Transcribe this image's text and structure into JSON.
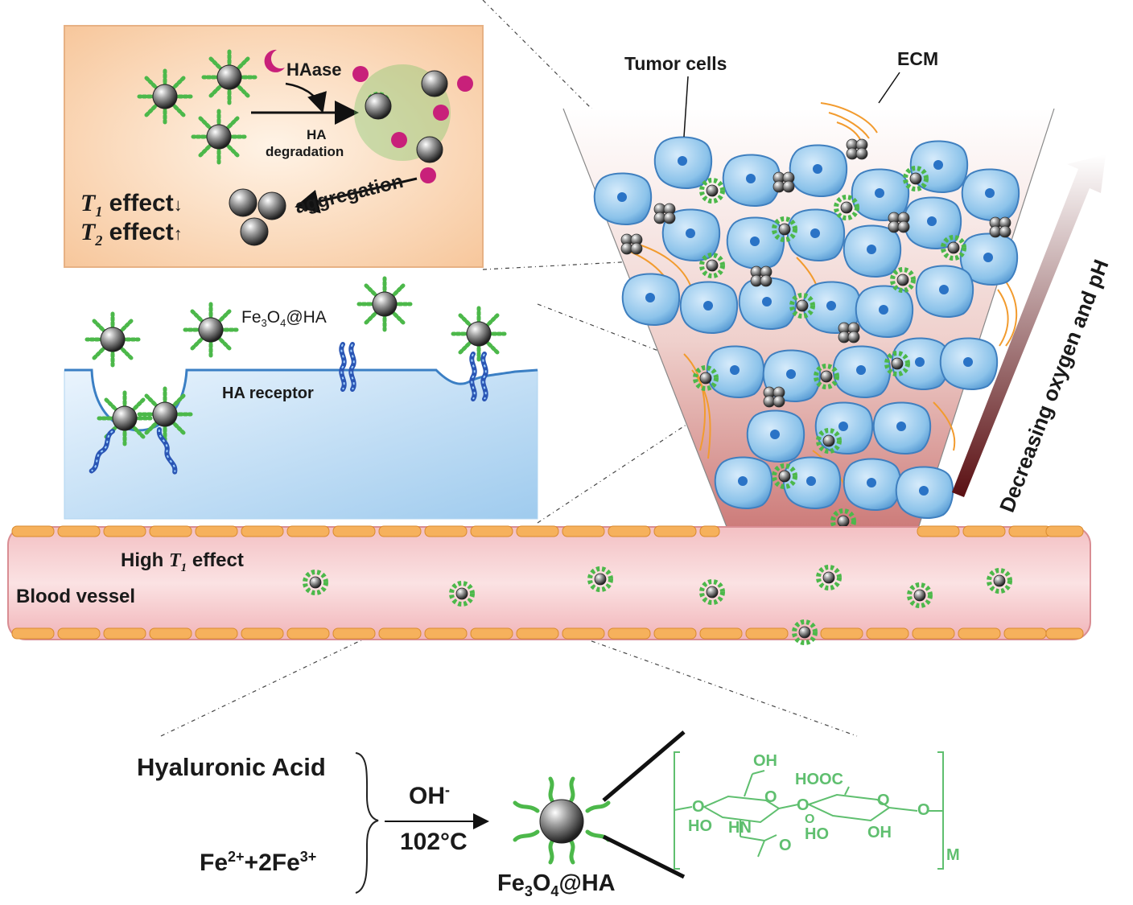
{
  "inset": {
    "enzyme": "HAase",
    "degradation_line1": "HA",
    "degradation_line2": "degradation",
    "aggregation": "aggregation",
    "t1_sym": "T",
    "t1_sub": "1",
    "t1_text": "effect",
    "t1_arrow": "↓",
    "t2_sym": "T",
    "t2_sub": "2",
    "t2_text": "effect",
    "t2_arrow": "↑"
  },
  "cell_panel": {
    "particle_label_pre": "Fe",
    "particle_label_sub1": "3",
    "particle_label_mid": "O",
    "particle_label_sub2": "4",
    "particle_label_post": "@HA",
    "receptor_label": "HA receptor"
  },
  "tumor": {
    "cells_label": "Tumor cells",
    "ecm_label": "ECM",
    "gradient_label": "Decreasing oxygen and pH"
  },
  "vessel": {
    "t1_pre": "High ",
    "t1_sym": "T",
    "t1_sub": "1",
    "t1_post": " effect",
    "vessel_label": "Blood vessel"
  },
  "synthesis": {
    "reactant1": "Hyaluronic Acid",
    "reactant2_a": "Fe",
    "reactant2_sup1": "2+",
    "reactant2_b": "+2Fe",
    "reactant2_sup2": "3+",
    "condition1": "OH",
    "condition1_sup": "-",
    "condition2": "102°C",
    "product_pre": "Fe",
    "product_sub1": "3",
    "product_mid": "O",
    "product_sub2": "4",
    "product_post": "@HA",
    "chem_oh_top": "OH",
    "chem_hooc": "HOOC",
    "chem_o1": "O",
    "chem_o2": "O",
    "chem_o3": "O",
    "chem_o4": "O",
    "chem_o5": "O",
    "chem_o6": "O",
    "chem_ho1": "HO",
    "chem_hn": "HN",
    "chem_ho2": "HO",
    "chem_oh2": "OH",
    "chem_o_amide": "O",
    "chem_repeat": "M"
  },
  "colors": {
    "green": "#4cb84a",
    "cell_blue": "#8cc3ea",
    "nucleus": "#2a73c6",
    "vessel": "#f4b8be",
    "endothelium": "#f6b15c",
    "ecm": "#f29b2e",
    "enzyme": "#c8207a",
    "inset_bg": "#fbd4b0"
  }
}
